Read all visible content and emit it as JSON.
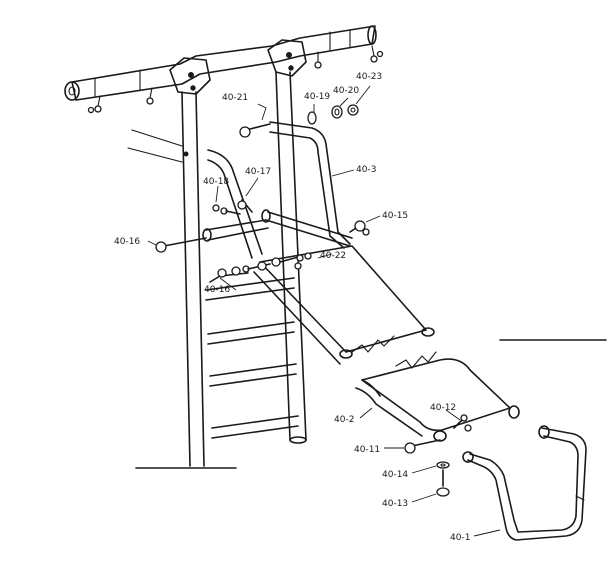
{
  "callouts": {
    "p40_1": "40-1",
    "p40_2": "40-2",
    "p40_3": "40-3",
    "p40_11": "40-11",
    "p40_12": "40-12",
    "p40_13": "40-13",
    "p40_14": "40-14",
    "p40_15": "40-15",
    "p40_16a": "40-16",
    "p40_16b": "40-16",
    "p40_17": "40-17",
    "p40_18": "40-18",
    "p40_19": "40-19",
    "p40_20": "40-20",
    "p40_21": "40-21",
    "p40_22": "40-22",
    "p40_23": "40-23"
  }
}
